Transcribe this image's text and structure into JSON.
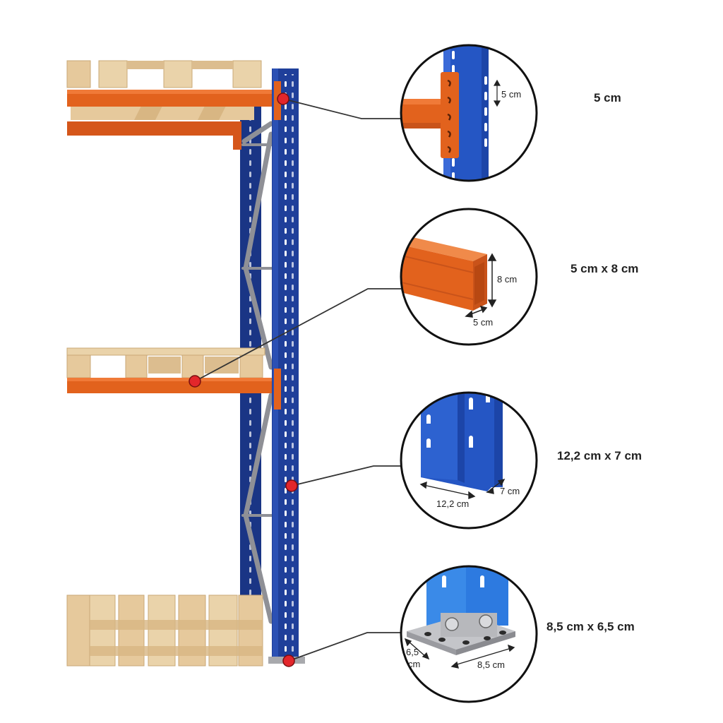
{
  "details": [
    {
      "id": "beam-connector",
      "label": "5 cm",
      "callout_texts": [
        "5 cm"
      ]
    },
    {
      "id": "beam-profile",
      "label": "5 cm x 8 cm",
      "callout_texts": [
        "8 cm",
        "5 cm"
      ]
    },
    {
      "id": "upright-profile",
      "label": "12,2 cm x 7 cm",
      "callout_texts": [
        "12,2 cm",
        "7 cm"
      ]
    },
    {
      "id": "base-plate",
      "label": "8,5 cm x 6,5 cm",
      "callout_texts": [
        "6,5",
        "cm",
        "8,5 cm"
      ]
    }
  ],
  "colors": {
    "upright_blue": "#1f3f9a",
    "upright_light_blue": "#2f7fe0",
    "beam_orange": "#e2621d",
    "pallet_wood": "#e6c99c",
    "marker_red": "#e3262b",
    "brace_grey": "#8f9096"
  }
}
